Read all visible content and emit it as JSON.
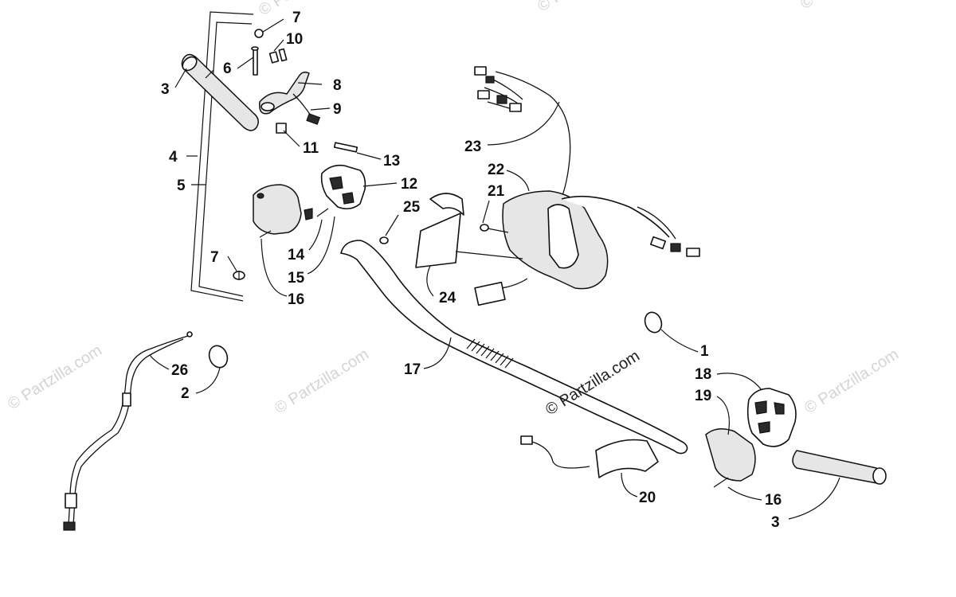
{
  "watermark": {
    "text": "© Partzilla.com"
  },
  "callouts": [
    {
      "id": "c-7a",
      "text": "7"
    },
    {
      "id": "c-10",
      "text": "10"
    },
    {
      "id": "c-6",
      "text": "6"
    },
    {
      "id": "c-3a",
      "text": "3"
    },
    {
      "id": "c-8",
      "text": "8"
    },
    {
      "id": "c-9",
      "text": "9"
    },
    {
      "id": "c-11",
      "text": "11"
    },
    {
      "id": "c-4",
      "text": "4"
    },
    {
      "id": "c-5",
      "text": "5"
    },
    {
      "id": "c-13",
      "text": "13"
    },
    {
      "id": "c-12",
      "text": "12"
    },
    {
      "id": "c-14",
      "text": "14"
    },
    {
      "id": "c-15",
      "text": "15"
    },
    {
      "id": "c-16a",
      "text": "16"
    },
    {
      "id": "c-7b",
      "text": "7"
    },
    {
      "id": "c-23",
      "text": "23"
    },
    {
      "id": "c-22",
      "text": "22"
    },
    {
      "id": "c-21",
      "text": "21"
    },
    {
      "id": "c-25",
      "text": "25"
    },
    {
      "id": "c-24",
      "text": "24"
    },
    {
      "id": "c-26",
      "text": "26"
    },
    {
      "id": "c-2",
      "text": "2"
    },
    {
      "id": "c-17",
      "text": "17"
    },
    {
      "id": "c-1",
      "text": "1"
    },
    {
      "id": "c-18",
      "text": "18"
    },
    {
      "id": "c-19",
      "text": "19"
    },
    {
      "id": "c-20",
      "text": "20"
    },
    {
      "id": "c-16b",
      "text": "16"
    },
    {
      "id": "c-3b",
      "text": "3"
    }
  ]
}
